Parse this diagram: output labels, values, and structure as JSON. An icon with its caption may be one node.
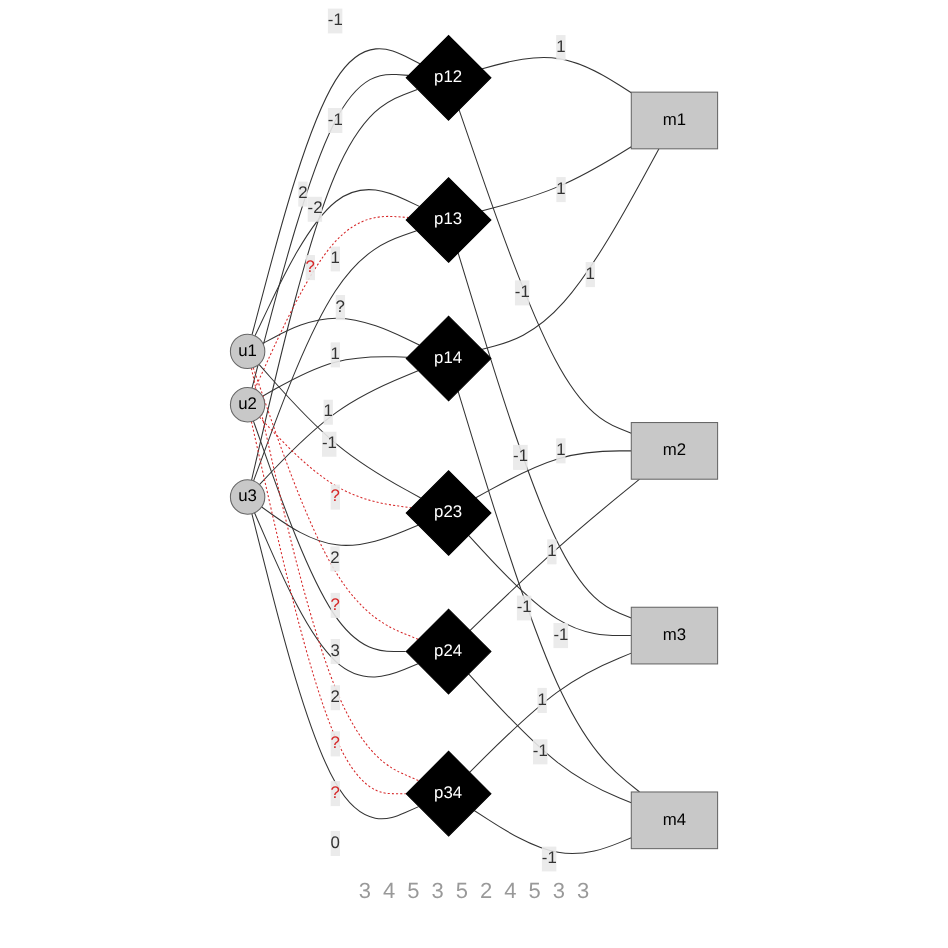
{
  "diagram": {
    "nodes": [
      {
        "text": [
          "u1"
        ]
      },
      {
        "text": [
          "u2"
        ]
      },
      {
        "text": [
          "u3"
        ]
      },
      {
        "text": [
          "p12"
        ]
      },
      {
        "text": [
          "p13"
        ]
      },
      {
        "text": [
          "p14"
        ]
      },
      {
        "text": [
          "p23"
        ]
      },
      {
        "text": [
          "p24"
        ]
      },
      {
        "text": [
          "p34"
        ]
      },
      {
        "text": [
          "m1"
        ]
      },
      {
        "text": [
          "m2"
        ]
      },
      {
        "text": [
          "m3"
        ]
      },
      {
        "text": [
          "m4"
        ]
      }
    ],
    "edges": [
      {
        "from": 0,
        "to": 3,
        "arrow": "none",
        "label": "-1"
      },
      {
        "from": 1,
        "to": 3,
        "arrow": "none",
        "label": "2"
      },
      {
        "from": 2,
        "to": 3,
        "arrow": "none",
        "label": "-1"
      },
      {
        "from": 0,
        "to": 4,
        "arrow": "none",
        "label": "-2"
      },
      {
        "from": 1,
        "to": 4,
        "arrow": "none",
        "label": "?",
        "style": "dashed",
        "color": "#d62728"
      },
      {
        "from": 2,
        "to": 4,
        "arrow": "none",
        "label": "1"
      },
      {
        "from": 0,
        "to": 5,
        "arrow": "none",
        "label": "?"
      },
      {
        "from": 1,
        "to": 5,
        "arrow": "none",
        "label": "1"
      },
      {
        "from": 2,
        "to": 5,
        "arrow": "none",
        "label": "1"
      },
      {
        "from": 0,
        "to": 6,
        "arrow": "none",
        "label": "-1"
      },
      {
        "from": 1,
        "to": 6,
        "arrow": "none",
        "label": "?",
        "style": "dashed",
        "color": "#d62728"
      },
      {
        "from": 2,
        "to": 6,
        "arrow": "none",
        "label": "2"
      },
      {
        "from": 0,
        "to": 7,
        "arrow": "none",
        "label": "?",
        "style": "dashed",
        "color": "#d62728"
      },
      {
        "from": 1,
        "to": 7,
        "arrow": "none",
        "label": "3"
      },
      {
        "from": 2,
        "to": 7,
        "arrow": "none",
        "label": "2"
      },
      {
        "from": 0,
        "to": 8,
        "arrow": "none",
        "label": "?",
        "style": "dashed",
        "color": "#d62728"
      },
      {
        "from": 1,
        "to": 8,
        "arrow": "none",
        "label": "?",
        "style": "dashed",
        "color": "#d62728"
      },
      {
        "from": 2,
        "to": 8,
        "arrow": "none",
        "label": "0"
      },
      {
        "from": 3,
        "to": 9,
        "arrow": "none",
        "label": "1"
      },
      {
        "from": 3,
        "to": 10,
        "arrow": "none",
        "label": "-1"
      },
      {
        "from": 4,
        "to": 9,
        "arrow": "none",
        "label": "1"
      },
      {
        "from": 4,
        "to": 11,
        "arrow": "none",
        "label": "-1"
      },
      {
        "from": 5,
        "to": 9,
        "arrow": "none",
        "label": "1"
      },
      {
        "from": 5,
        "to": 12,
        "arrow": "none",
        "label": "-1"
      },
      {
        "from": 6,
        "to": 10,
        "arrow": "none",
        "label": "1"
      },
      {
        "from": 6,
        "to": 11,
        "arrow": "none",
        "label": "-1"
      },
      {
        "from": 7,
        "to": 10,
        "arrow": "none",
        "label": "1"
      },
      {
        "from": 7,
        "to": 12,
        "arrow": "none",
        "label": "-1"
      },
      {
        "from": 8,
        "to": 11,
        "arrow": "none",
        "label": "1"
      },
      {
        "from": 8,
        "to": 12,
        "arrow": "none",
        "label": "-1"
      }
    ],
    "labels": [
      "3",
      "4",
      "5",
      "3",
      "5",
      "2",
      "4",
      "5",
      "3",
      "3"
    ]
  }
}
